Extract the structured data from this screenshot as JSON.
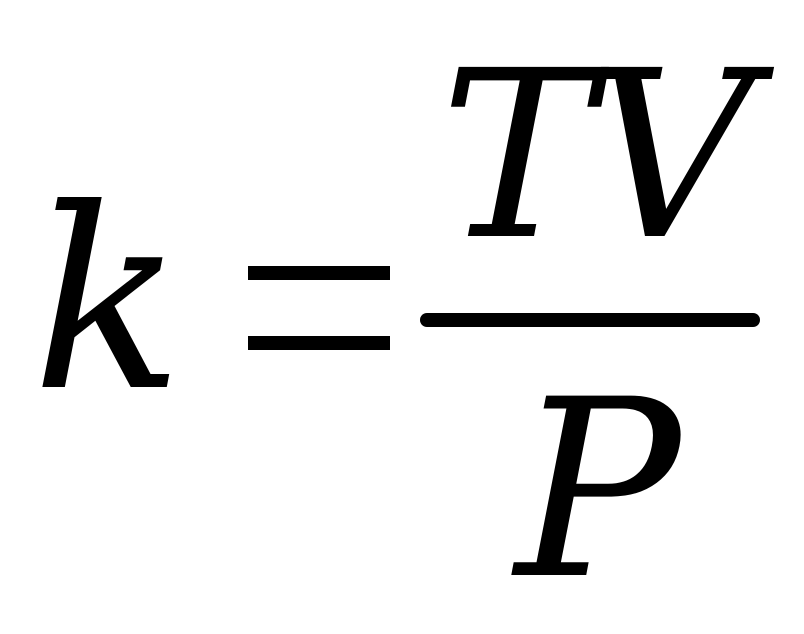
{
  "equation": {
    "lhs": "k",
    "operator": "=",
    "numerator": "TV",
    "denominator": "P"
  }
}
